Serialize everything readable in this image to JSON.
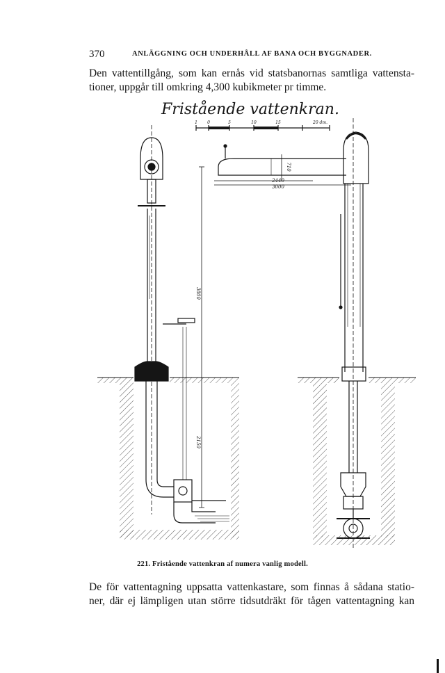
{
  "header": {
    "page_number": "370",
    "running_title": "ANLÄGGNING OCH UNDERHÅLL AF BANA OCH BYGGNADER."
  },
  "paragraph_top": {
    "lines": [
      "Den vattentillgång, som kan ernås vid statsbanornas samtliga vattensta-",
      "tioner, uppgår till omkring 4,300 kubikmeter pr timme."
    ]
  },
  "figure": {
    "drawing_title": "Fristående vattenkran.",
    "scale_labels": [
      "1",
      "0",
      "5",
      "10",
      "15",
      "20 dm."
    ],
    "dimensions": {
      "reach_1": "2440",
      "reach_2": "3000",
      "height_arm": "710",
      "height_total": "3800",
      "depth_pit": "2150"
    }
  },
  "caption": "221.   Fristående vattenkran af numera vanlig modell.",
  "paragraph_bottom": {
    "lines": [
      "De för vattentagning uppsatta vattenkastare, som finnas å sådana statio-",
      "ner, där ej lämpligen utan större tidsutdräkt för tågen vattentagning kan"
    ]
  },
  "colors": {
    "ink": "#151515",
    "paper": "#ffffff"
  }
}
